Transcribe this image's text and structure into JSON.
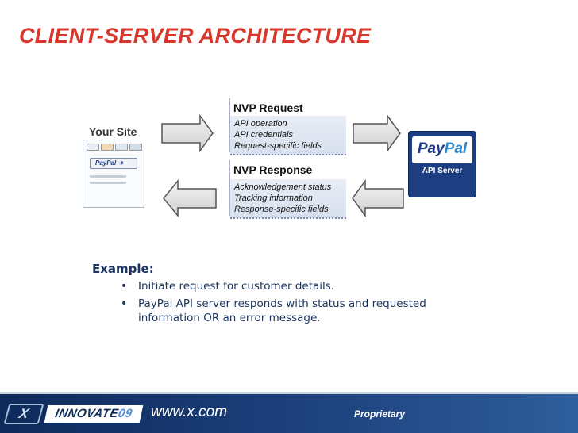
{
  "title": {
    "text": "CLIENT-SERVER ARCHITECTURE",
    "color": "#d8382b"
  },
  "diagram": {
    "client": {
      "label": "Your Site",
      "button_label": "PayPal"
    },
    "request": {
      "title": "NVP Request",
      "fields": [
        "API operation",
        "API credentials",
        "Request-specific fields"
      ]
    },
    "response": {
      "title": "NVP Response",
      "fields": [
        "Acknowledgement status",
        "Tracking information",
        "Response-specific fields"
      ]
    },
    "server": {
      "logo_main": "Pay",
      "logo_accent": "Pal",
      "label": "API Server"
    },
    "arrows": [
      "arrow-right-icon",
      "arrow-right-icon",
      "arrow-left-icon",
      "arrow-left-icon"
    ]
  },
  "example": {
    "heading": "Example:",
    "bullets": [
      "Initiate request for customer details.",
      "PayPal API server responds with status and requested information OR an error message."
    ]
  },
  "footer": {
    "badge": "X",
    "brand_main": "INNOVATE",
    "brand_year": "09",
    "url": "www.x.com",
    "label": "Proprietary"
  }
}
